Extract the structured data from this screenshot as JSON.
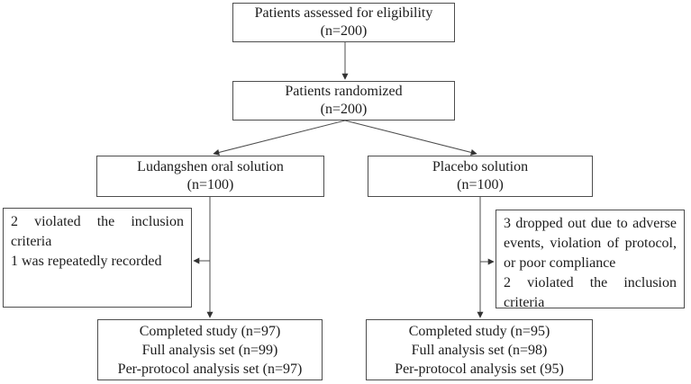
{
  "flow": {
    "eligibility_box": {
      "line1": "Patients assessed for eligibility",
      "line2": "(n=200)"
    },
    "randomized_box": {
      "line1": "Patients randomized",
      "line2": "(n=200)"
    },
    "treatment_box": {
      "line1": "Ludangshen oral solution",
      "line2": "(n=100)"
    },
    "placebo_box": {
      "line1": "Placebo solution",
      "line2": "(n=100)"
    },
    "treatment_exclusions_box": {
      "item1": "2 violated the inclusion criteria",
      "item2": "1 was repeatedly recorded"
    },
    "placebo_exclusions_box": {
      "item1": "3 dropped out due to adverse events, violation of protocol, or poor compliance",
      "item2": "2 violated the inclusion criteria"
    },
    "treatment_outcome_box": {
      "line1": "Completed study (n=97)",
      "line2": "Full analysis set (n=99)",
      "line3": "Per-protocol analysis set (n=97)"
    },
    "placebo_outcome_box": {
      "line1": "Completed study (n=95)",
      "line2": "Full analysis set (n=98)",
      "line3": "Per-protocol analysis set (95)"
    },
    "colors": {
      "border": "#4d4d4d",
      "connector": "#4d4d4d",
      "text": "#1c1c1c",
      "background": "#ffffff"
    }
  }
}
